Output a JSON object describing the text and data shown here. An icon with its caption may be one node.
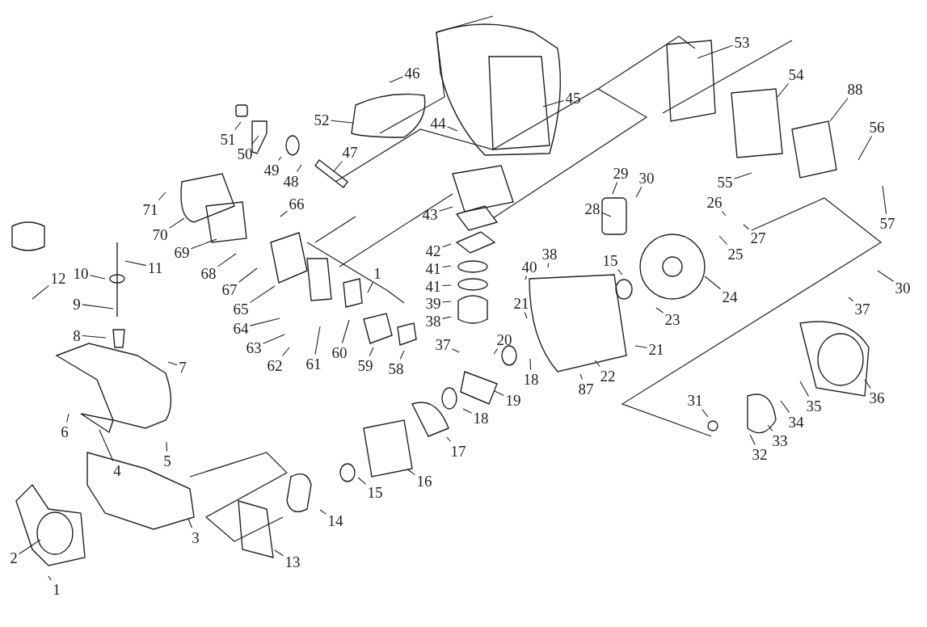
{
  "diagram": {
    "nodes": [
      {
        "text": [
          "53"
        ]
      },
      {
        "text": [
          "54"
        ]
      },
      {
        "text": [
          "46"
        ]
      },
      {
        "text": [
          "88"
        ]
      },
      {
        "text": [
          "45"
        ]
      },
      {
        "text": [
          "52"
        ]
      },
      {
        "text": [
          "44"
        ]
      },
      {
        "text": [
          "56"
        ]
      },
      {
        "text": [
          "51"
        ]
      },
      {
        "text": [
          "47"
        ]
      },
      {
        "text": [
          "50"
        ]
      },
      {
        "text": [
          "49"
        ]
      },
      {
        "text": [
          "48"
        ]
      },
      {
        "text": [
          "55"
        ]
      },
      {
        "text": [
          "29"
        ]
      },
      {
        "text": [
          "30"
        ]
      },
      {
        "text": [
          "26"
        ]
      },
      {
        "text": [
          "66"
        ]
      },
      {
        "text": [
          "71"
        ]
      },
      {
        "text": [
          "28"
        ]
      },
      {
        "text": [
          "43"
        ]
      },
      {
        "text": [
          "57"
        ]
      },
      {
        "text": [
          "70"
        ]
      },
      {
        "text": [
          "27"
        ]
      },
      {
        "text": [
          "42"
        ]
      },
      {
        "text": [
          "69"
        ]
      },
      {
        "text": [
          "38"
        ]
      },
      {
        "text": [
          "25"
        ]
      },
      {
        "text": [
          "68"
        ]
      },
      {
        "text": [
          "15"
        ]
      },
      {
        "text": [
          "40"
        ]
      },
      {
        "text": [
          "41"
        ]
      },
      {
        "text": [
          "11"
        ]
      },
      {
        "text": [
          "10"
        ]
      },
      {
        "text": [
          "1"
        ]
      },
      {
        "text": [
          "67"
        ]
      },
      {
        "text": [
          "12"
        ]
      },
      {
        "text": [
          "65"
        ]
      },
      {
        "text": [
          "41"
        ]
      },
      {
        "text": [
          "30"
        ]
      },
      {
        "text": [
          "24"
        ]
      },
      {
        "text": [
          "64"
        ]
      },
      {
        "text": [
          "21"
        ]
      },
      {
        "text": [
          "39"
        ]
      },
      {
        "text": [
          "9"
        ]
      },
      {
        "text": [
          "37"
        ]
      },
      {
        "text": [
          "63"
        ]
      },
      {
        "text": [
          "38"
        ]
      },
      {
        "text": [
          "23"
        ]
      },
      {
        "text": [
          "62"
        ]
      },
      {
        "text": [
          "61"
        ]
      },
      {
        "text": [
          "60"
        ]
      },
      {
        "text": [
          "8"
        ]
      },
      {
        "text": [
          "20"
        ]
      },
      {
        "text": [
          "37"
        ]
      },
      {
        "text": [
          "21"
        ]
      },
      {
        "text": [
          "59"
        ]
      },
      {
        "text": [
          "58"
        ]
      },
      {
        "text": [
          "7"
        ]
      },
      {
        "text": [
          "22"
        ]
      },
      {
        "text": [
          "18"
        ]
      },
      {
        "text": [
          "87"
        ]
      },
      {
        "text": [
          "36"
        ]
      },
      {
        "text": [
          "19"
        ]
      },
      {
        "text": [
          "35"
        ]
      },
      {
        "text": [
          "31"
        ]
      },
      {
        "text": [
          "18"
        ]
      },
      {
        "text": [
          "34"
        ]
      },
      {
        "text": [
          "6"
        ]
      },
      {
        "text": [
          "33"
        ]
      },
      {
        "text": [
          "17"
        ]
      },
      {
        "text": [
          "32"
        ]
      },
      {
        "text": [
          "5"
        ]
      },
      {
        "text": [
          "4"
        ]
      },
      {
        "text": [
          "16"
        ]
      },
      {
        "text": [
          "15"
        ]
      },
      {
        "text": [
          "14"
        ]
      },
      {
        "text": [
          "3"
        ]
      },
      {
        "text": [
          "2"
        ]
      },
      {
        "text": [
          "13"
        ]
      },
      {
        "text": [
          "1"
        ]
      }
    ],
    "edges": [
      {
        "from": 0,
        "to": null,
        "arrow": "none"
      },
      {
        "from": 1,
        "to": null,
        "arrow": "none"
      },
      {
        "from": 2,
        "to": null,
        "arrow": "none"
      },
      {
        "from": 3,
        "to": null,
        "arrow": "none"
      },
      {
        "from": 4,
        "to": null,
        "arrow": "none"
      },
      {
        "from": 5,
        "to": null,
        "arrow": "none"
      },
      {
        "from": 6,
        "to": null,
        "arrow": "none"
      },
      {
        "from": 7,
        "to": null,
        "arrow": "none"
      },
      {
        "from": 8,
        "to": null,
        "arrow": "none"
      },
      {
        "from": 9,
        "to": null,
        "arrow": "none"
      },
      {
        "from": 10,
        "to": null,
        "arrow": "none"
      },
      {
        "from": 11,
        "to": null,
        "arrow": "none"
      },
      {
        "from": 12,
        "to": null,
        "arrow": "none"
      },
      {
        "from": 13,
        "to": null,
        "arrow": "none"
      },
      {
        "from": 14,
        "to": null,
        "arrow": "none"
      },
      {
        "from": 15,
        "to": null,
        "arrow": "none"
      },
      {
        "from": 16,
        "to": null,
        "arrow": "none"
      },
      {
        "from": 17,
        "to": null,
        "arrow": "none"
      },
      {
        "from": 18,
        "to": null,
        "arrow": "none"
      },
      {
        "from": 19,
        "to": null,
        "arrow": "none"
      },
      {
        "from": 20,
        "to": null,
        "arrow": "none"
      },
      {
        "from": 21,
        "to": null,
        "arrow": "none"
      },
      {
        "from": 22,
        "to": null,
        "arrow": "none"
      },
      {
        "from": 23,
        "to": null,
        "arrow": "none"
      },
      {
        "from": 24,
        "to": null,
        "arrow": "none"
      },
      {
        "from": 25,
        "to": null,
        "arrow": "none"
      },
      {
        "from": 26,
        "to": null,
        "arrow": "none"
      },
      {
        "from": 27,
        "to": null,
        "arrow": "none"
      },
      {
        "from": 28,
        "to": null,
        "arrow": "none"
      },
      {
        "from": 29,
        "to": null,
        "arrow": "none"
      },
      {
        "from": 30,
        "to": null,
        "arrow": "none"
      },
      {
        "from": 31,
        "to": null,
        "arrow": "none"
      },
      {
        "from": 32,
        "to": null,
        "arrow": "none"
      },
      {
        "from": 33,
        "to": null,
        "arrow": "none"
      },
      {
        "from": 34,
        "to": null,
        "arrow": "none"
      },
      {
        "from": 35,
        "to": null,
        "arrow": "none"
      },
      {
        "from": 36,
        "to": null,
        "arrow": "none"
      },
      {
        "from": 37,
        "to": null,
        "arrow": "none"
      },
      {
        "from": 38,
        "to": null,
        "arrow": "none"
      },
      {
        "from": 39,
        "to": null,
        "arrow": "none"
      },
      {
        "from": 40,
        "to": null,
        "arrow": "none"
      },
      {
        "from": 41,
        "to": null,
        "arrow": "none"
      },
      {
        "from": 42,
        "to": null,
        "arrow": "none"
      },
      {
        "from": 43,
        "to": null,
        "arrow": "none"
      },
      {
        "from": 44,
        "to": null,
        "arrow": "none"
      },
      {
        "from": 45,
        "to": null,
        "arrow": "none"
      },
      {
        "from": 46,
        "to": null,
        "arrow": "none"
      },
      {
        "from": 47,
        "to": null,
        "arrow": "none"
      },
      {
        "from": 48,
        "to": null,
        "arrow": "none"
      },
      {
        "from": 49,
        "to": null,
        "arrow": "none"
      },
      {
        "from": 50,
        "to": null,
        "arrow": "none"
      },
      {
        "from": 51,
        "to": null,
        "arrow": "none"
      },
      {
        "from": 52,
        "to": null,
        "arrow": "none"
      },
      {
        "from": 53,
        "to": null,
        "arrow": "none"
      },
      {
        "from": 54,
        "to": null,
        "arrow": "none"
      },
      {
        "from": 55,
        "to": null,
        "arrow": "none"
      },
      {
        "from": 56,
        "to": null,
        "arrow": "none"
      },
      {
        "from": 57,
        "to": null,
        "arrow": "none"
      },
      {
        "from": 58,
        "to": null,
        "arrow": "none"
      },
      {
        "from": 59,
        "to": null,
        "arrow": "none"
      },
      {
        "from": 60,
        "to": null,
        "arrow": "none"
      },
      {
        "from": 61,
        "to": null,
        "arrow": "none"
      },
      {
        "from": 62,
        "to": null,
        "arrow": "none"
      },
      {
        "from": 63,
        "to": null,
        "arrow": "none"
      },
      {
        "from": 64,
        "to": null,
        "arrow": "none"
      },
      {
        "from": 65,
        "to": null,
        "arrow": "none"
      },
      {
        "from": 66,
        "to": null,
        "arrow": "none"
      },
      {
        "from": 67,
        "to": null,
        "arrow": "none"
      },
      {
        "from": 68,
        "to": null,
        "arrow": "none"
      },
      {
        "from": 69,
        "to": null,
        "arrow": "none"
      },
      {
        "from": 70,
        "to": null,
        "arrow": "none"
      },
      {
        "from": 71,
        "to": null,
        "arrow": "none"
      },
      {
        "from": 72,
        "to": null,
        "arrow": "none"
      },
      {
        "from": 73,
        "to": null,
        "arrow": "none"
      },
      {
        "from": 74,
        "to": null,
        "arrow": "none"
      },
      {
        "from": 75,
        "to": null,
        "arrow": "none"
      },
      {
        "from": 76,
        "to": null,
        "arrow": "none"
      },
      {
        "from": 77,
        "to": null,
        "arrow": "none"
      },
      {
        "from": 78,
        "to": null,
        "arrow": "none"
      },
      {
        "from": 79,
        "to": null,
        "arrow": "none"
      },
      {
        "from": 80,
        "to": null,
        "arrow": "none"
      }
    ]
  }
}
